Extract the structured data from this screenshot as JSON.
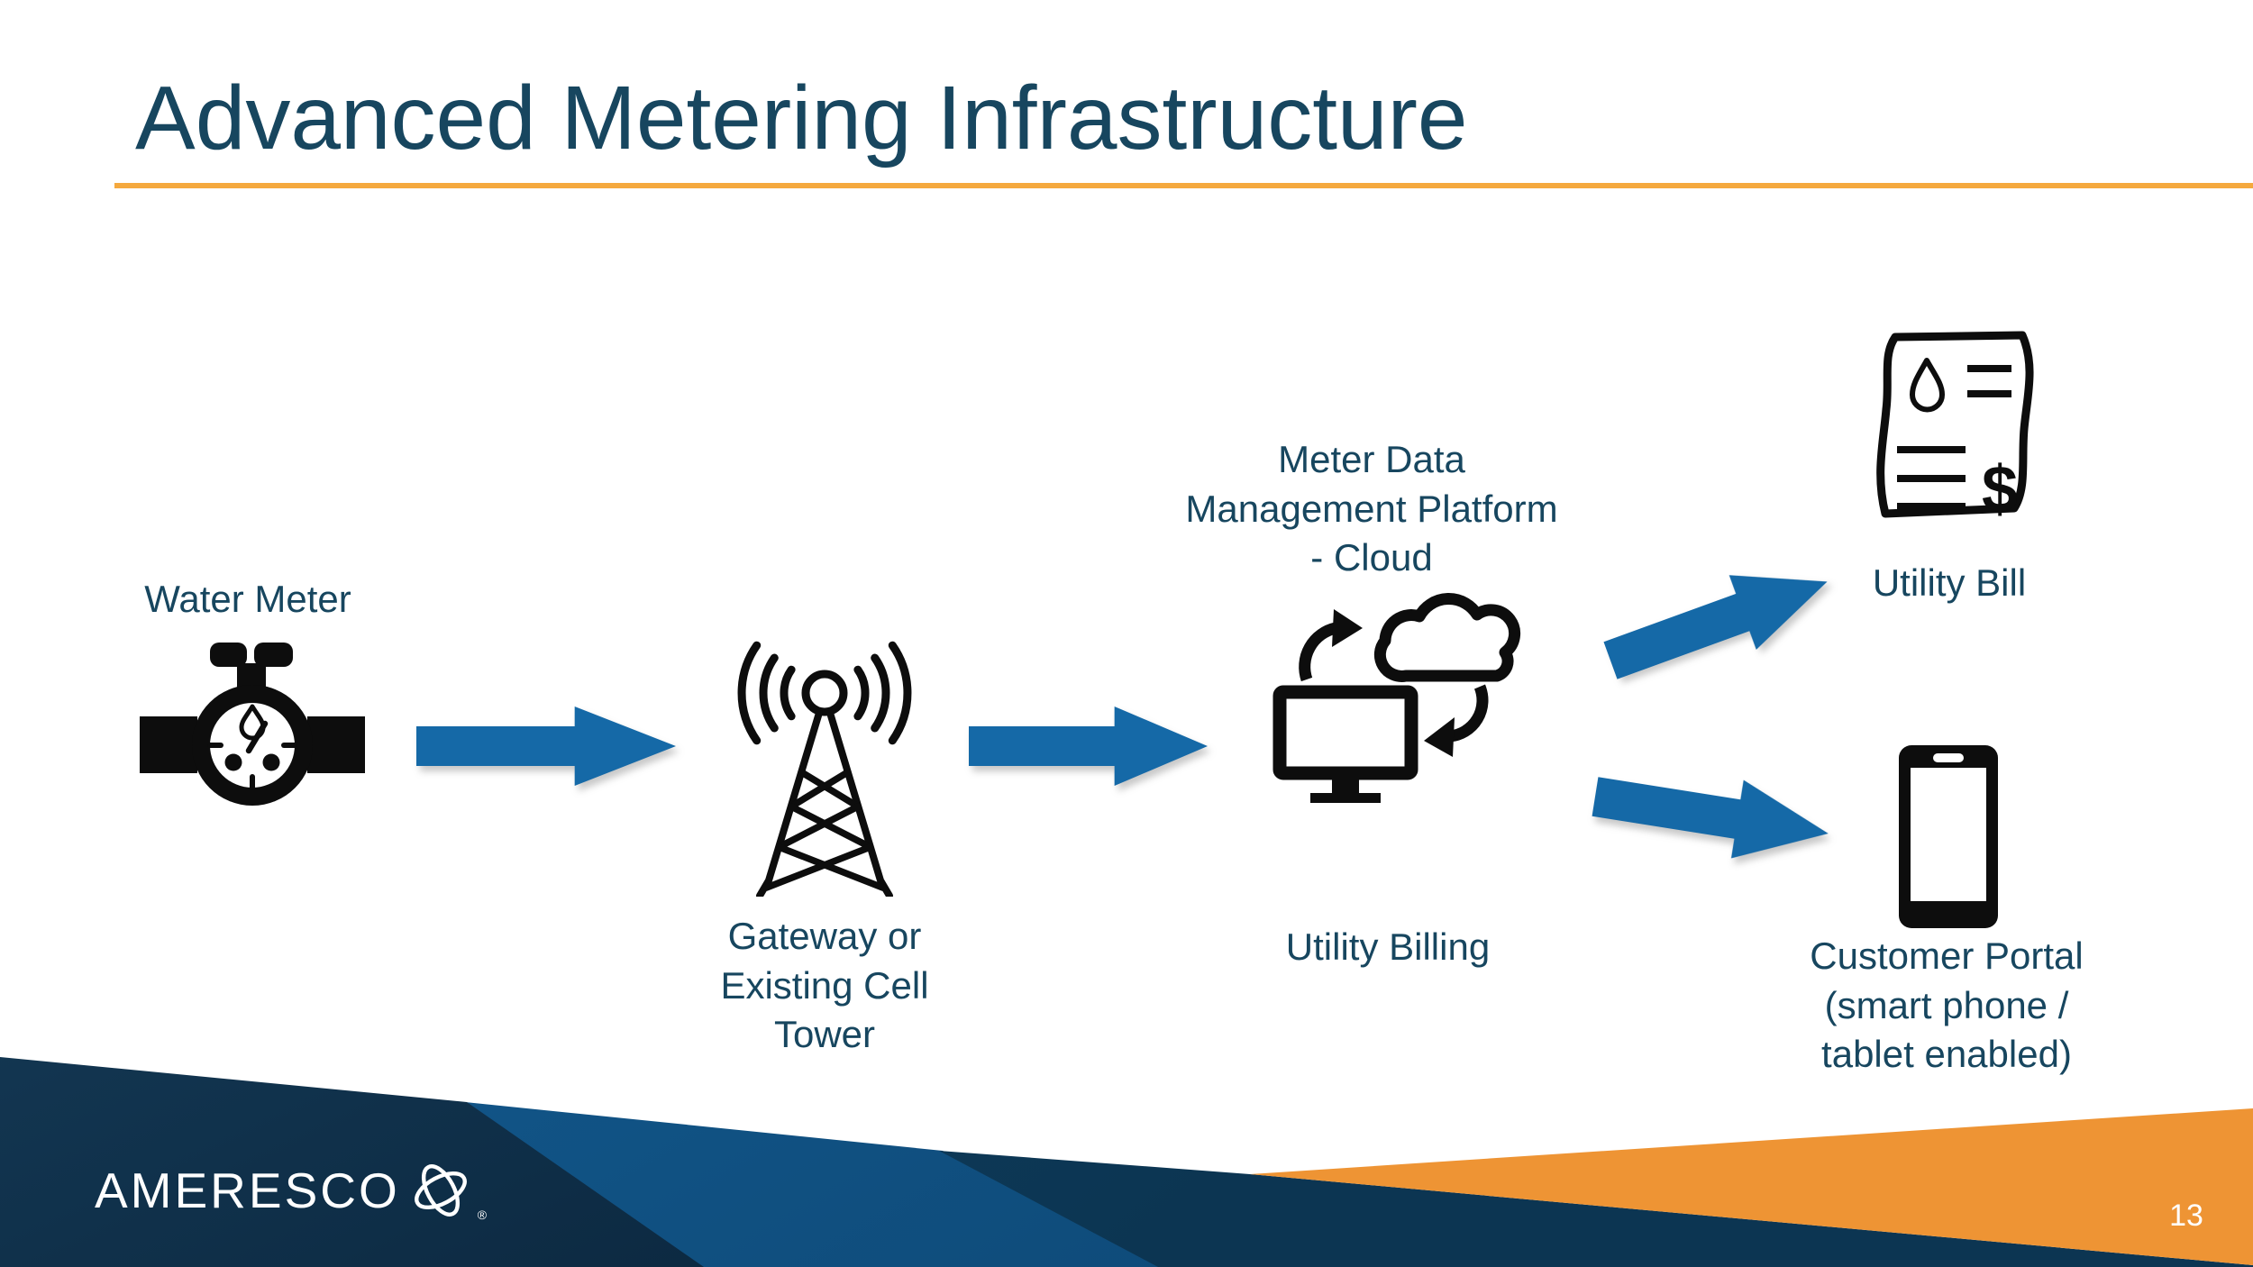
{
  "slide": {
    "title": "Advanced Metering Infrastructure",
    "page_number": "13"
  },
  "footer": {
    "brand": "AMERESCO",
    "registered_mark": "®"
  },
  "diagram": {
    "water_meter": {
      "icon": "water-meter-icon",
      "lines": [
        "Water Meter"
      ]
    },
    "gateway": {
      "icon": "cell-tower-icon",
      "lines": [
        "Gateway or",
        "Existing Cell",
        "Tower"
      ]
    },
    "mdm": {
      "icon": "cloud-sync-monitor-icon",
      "lines": [
        "Meter Data",
        "Management Platform",
        "- Cloud"
      ]
    },
    "utility_billing": {
      "lines": [
        "Utility Billing"
      ]
    },
    "utility_bill": {
      "icon": "utility-bill-icon",
      "lines": [
        "Utility Bill"
      ],
      "dollar_sign": "$"
    },
    "customer_portal": {
      "icon": "smartphone-icon",
      "lines": [
        "Customer Portal",
        "(smart phone /",
        "tablet enabled)"
      ]
    }
  },
  "colors": {
    "ink": "#17465F",
    "accent-orange": "#F5A93E",
    "arrow-blue": "#1569A7",
    "icon-black": "#0D0D0D",
    "page-number-color": "#FFFFFF"
  }
}
